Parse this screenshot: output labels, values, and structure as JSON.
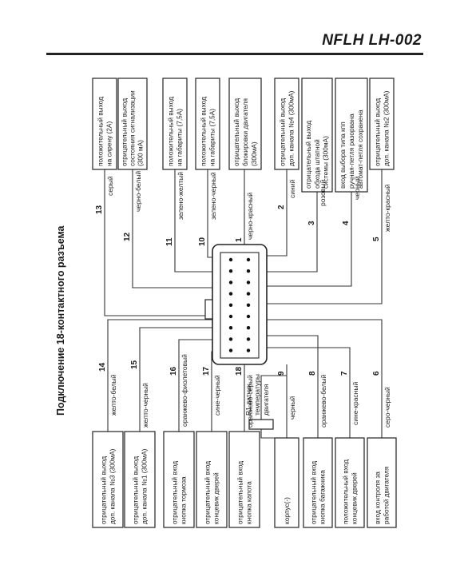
{
  "header": {
    "title": "NFLH   LH-002"
  },
  "diagram_title": "Подключение 18-контактного разъема",
  "top_boxes": [
    {
      "lines": [
        "положительный выход",
        "на сирену (2А)"
      ]
    },
    {
      "lines": [
        "отрицательный выход",
        "состояния сигнализации",
        "(300 мА)"
      ]
    },
    {
      "lines": [
        "положительный выход",
        "на габариты (7,5А)"
      ]
    },
    {
      "lines": [
        "положительный выход",
        "на габариты (7,5А)"
      ]
    },
    {
      "lines": [
        "отрицательный выход",
        "блокировки двигателя",
        "(300мА)"
      ]
    },
    {
      "lines": [
        "отрицательный выход",
        "доп. канала №4 (300мА)"
      ]
    },
    {
      "lines": [
        "отрицательный выход",
        "обхода штатной",
        "системы (300мА)"
      ]
    },
    {
      "lines": [
        "вход выбора типа кпп",
        "ручная-петля разорвана",
        "автомат-петля сохранена"
      ]
    },
    {
      "lines": [
        "отрицательный выход",
        "доп. канала №2 (300мА)"
      ]
    }
  ],
  "top_wires": [
    {
      "num": "13",
      "color": "серый"
    },
    {
      "num": "12",
      "color": "черно-белый"
    },
    {
      "num": "11",
      "color": "зелено-желтый"
    },
    {
      "num": "10",
      "color": "зелено-черный"
    },
    {
      "num": "1",
      "color": "черно-красный"
    },
    {
      "num": "2",
      "color": "синий"
    },
    {
      "num": "3",
      "color": "розовый"
    },
    {
      "num": "4",
      "color": "черный"
    },
    {
      "num": "5",
      "color": "желто-красный"
    }
  ],
  "bottom_boxes": [
    {
      "lines": [
        "отрицательный выход",
        "доп. канала №3 (300мА)"
      ]
    },
    {
      "lines": [
        "отрицательный выход",
        "доп. канала №1 (300мА)"
      ]
    },
    {
      "lines": [
        "отрицательный вход",
        "кнопка тормоза"
      ]
    },
    {
      "lines": [
        "отрицательный вход",
        "концевик дверей"
      ]
    },
    {
      "lines": [
        "отрицательный вход",
        "кнопка капота"
      ]
    },
    {
      "lines": [
        "корпус(-)"
      ]
    },
    {
      "lines": [
        "отрицательный вход",
        "кнопка багажника"
      ]
    },
    {
      "lines": [
        "положительный вход",
        "концевик дверей"
      ]
    },
    {
      "lines": [
        "вход контроля за",
        "работой двигателя"
      ]
    }
  ],
  "bottom_wires": [
    {
      "num": "14",
      "color": "желто-белый"
    },
    {
      "num": "15",
      "color": "желто-черный"
    },
    {
      "num": "16",
      "color": "оранжево-фиолетовый"
    },
    {
      "num": "17",
      "color": "сине-черный"
    },
    {
      "num": "18",
      "color": "оранжево-серый"
    },
    {
      "num": "9",
      "color": "черный"
    },
    {
      "num": "8",
      "color": "оранжево-белый"
    },
    {
      "num": "7",
      "color": "сине-красный"
    },
    {
      "num": "6",
      "color": "серо-черный"
    }
  ],
  "sensor_label": [
    "R1 датчик",
    "температуры",
    "двигателя"
  ]
}
